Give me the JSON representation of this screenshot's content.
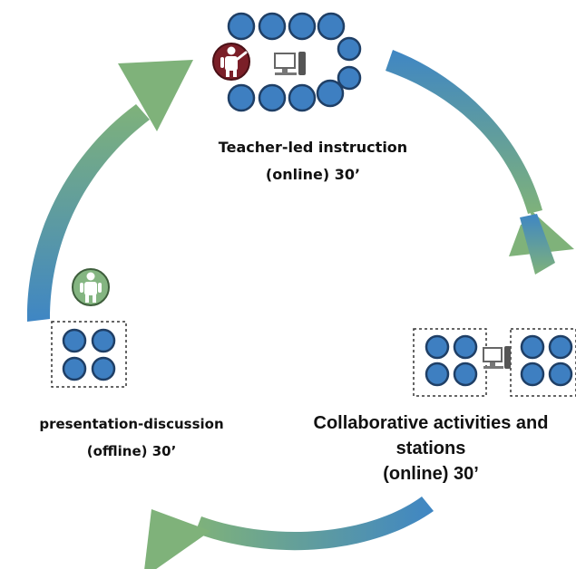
{
  "stages": {
    "teacher_led": {
      "line1": "Teacher-led instruction",
      "line2": "(online) 30’"
    },
    "collaborative": {
      "line1": "Collaborative activities and",
      "line2": "stations",
      "line3": "(online) 30’"
    },
    "presentation": {
      "line1": "presentation-discussion",
      "line2": "(offline) 30’"
    }
  },
  "icons": {
    "teacher": "teacher-person-icon",
    "student": "student-circle-icon",
    "computer": "computer-icon",
    "presenter": "presenter-person-icon"
  },
  "colors": {
    "student_fill": "#3e7fc1",
    "student_stroke": "#1f3f66",
    "teacher_fill": "#7b1f28",
    "presenter_fill": "#84b581",
    "arrow_blue": "#3f86c4",
    "arrow_green": "#7fb27a",
    "computer_gray": "#9a9a9a"
  }
}
